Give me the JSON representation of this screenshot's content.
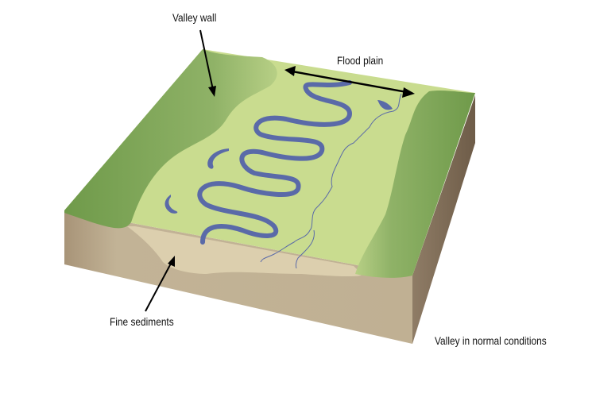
{
  "labels": {
    "valley_wall": "Valley wall",
    "flood_plain": "Flood plain",
    "fine_sediments": "Fine sediments",
    "caption": "Valley in normal conditions"
  },
  "colors": {
    "plain": "#c9dc8f",
    "hills": "#7fa35a",
    "river": "#5a6aa8",
    "soil_front": "#c2b396",
    "soil_side": "#a08a70",
    "sediment": "#dccfae"
  }
}
